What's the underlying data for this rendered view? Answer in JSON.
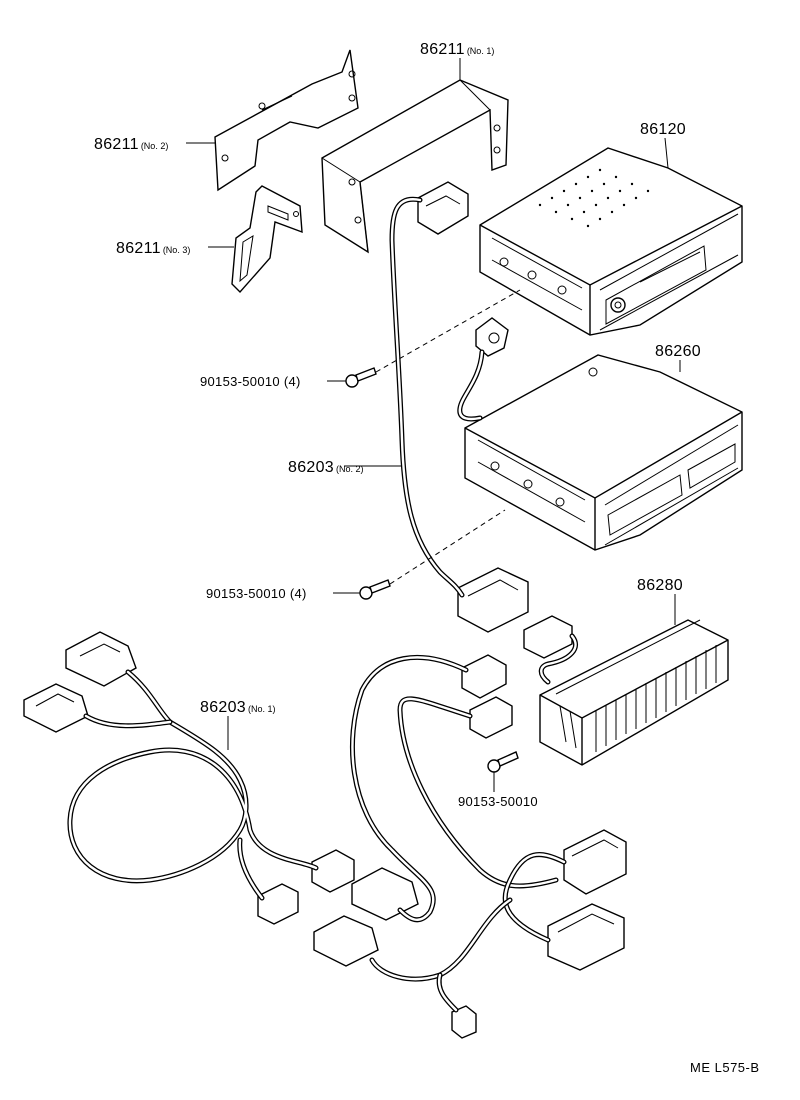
{
  "diagram_code": "ME L575-B",
  "parts": {
    "bracket_no1": {
      "number": "86211",
      "sub": "(No. 1)"
    },
    "bracket_no2": {
      "number": "86211",
      "sub": "(No. 2)"
    },
    "bracket_no3": {
      "number": "86211",
      "sub": "(No. 3)"
    },
    "radio_receiver": {
      "number": "86120"
    },
    "tape_player": {
      "number": "86260"
    },
    "amplifier": {
      "number": "86280"
    },
    "wire_no2": {
      "number": "86203",
      "sub": "(No. 2)"
    },
    "wire_no1": {
      "number": "86203",
      "sub": "(No. 1)"
    },
    "screw_upper": {
      "label": "90153-50010 (4)"
    },
    "screw_lower": {
      "label": "90153-50010 (4)"
    },
    "screw_amp": {
      "label": "90153-50010"
    }
  }
}
